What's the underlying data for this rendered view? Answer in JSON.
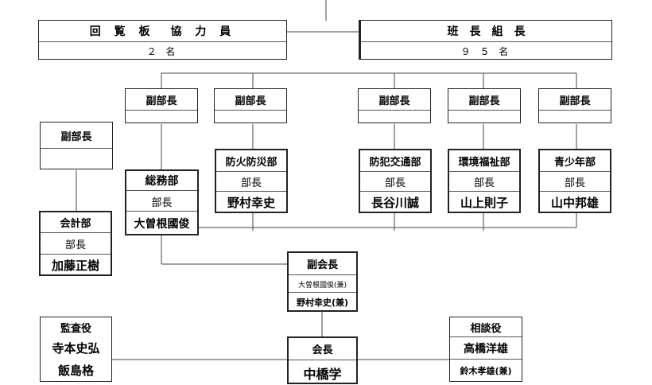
{
  "top_left": {
    "title": "回 覧 板　協 力 員",
    "count": "２ 名"
  },
  "top_right": {
    "title": "班　長　組　長",
    "count": "９ ５ 名"
  },
  "vice_heads_row": [
    "副部長",
    "副部長",
    "副部長",
    "副部長",
    "副部長"
  ],
  "left_vice_head": {
    "title": "副部長"
  },
  "departments": [
    {
      "name": "総務部",
      "role": "部長",
      "person": "大曽根國俊"
    },
    {
      "name": "防火防災部",
      "role": "部長",
      "person": "野村幸史"
    },
    {
      "name": "防犯交通部",
      "role": "部長",
      "person": "長谷川誠"
    },
    {
      "name": "環境福祉部",
      "role": "部長",
      "person": "山上則子"
    },
    {
      "name": "青少年部",
      "role": "部長",
      "person": "山中邦雄"
    }
  ],
  "accounting": {
    "name": "会計部",
    "role": "部長",
    "person": "加藤正樹"
  },
  "vice_president": {
    "title": "副会長",
    "line1": "大曽根國俊(兼)",
    "line2": "野村幸史(兼)"
  },
  "auditor": {
    "title": "監査役",
    "people": [
      "寺本史弘",
      "飯島格"
    ]
  },
  "president": {
    "title": "会長",
    "person": "中橋学"
  },
  "advisor": {
    "title": "相談役",
    "people": [
      "高橋洋雄",
      "鈴木孝雄(兼)"
    ]
  }
}
